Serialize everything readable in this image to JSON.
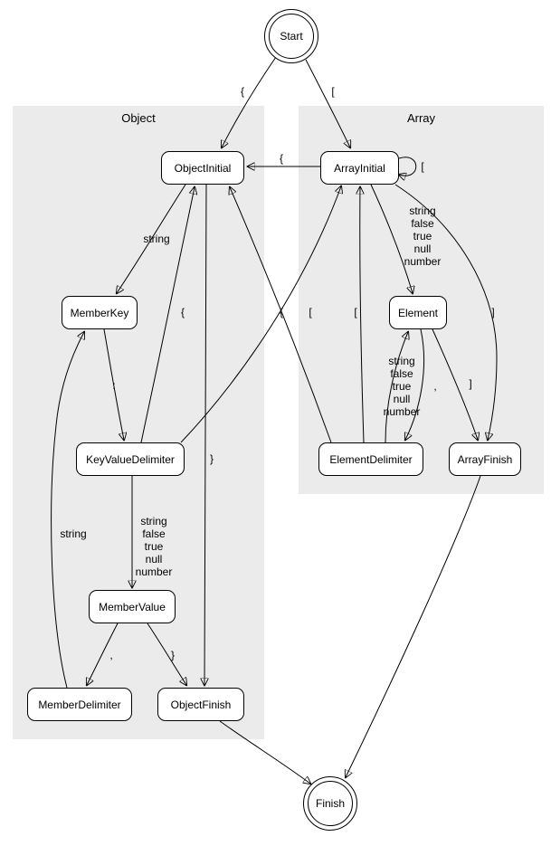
{
  "clusters": {
    "object": {
      "label": "Object"
    },
    "array": {
      "label": "Array"
    }
  },
  "nodes": {
    "start": "Start",
    "finish": "Finish",
    "object_initial": "ObjectInitial",
    "member_key": "MemberKey",
    "key_value_delimiter": "KeyValueDelimiter",
    "member_value": "MemberValue",
    "member_delimiter": "MemberDelimiter",
    "object_finish": "ObjectFinish",
    "array_initial": "ArrayInitial",
    "element": "Element",
    "element_delimiter": "ElementDelimiter",
    "array_finish": "ArrayFinish"
  },
  "edges": [
    {
      "from": "Start",
      "to": "ObjectInitial",
      "label": "{"
    },
    {
      "from": "Start",
      "to": "ArrayInitial",
      "label": "["
    },
    {
      "from": "ArrayInitial",
      "to": "ObjectInitial",
      "label": "{"
    },
    {
      "from": "ArrayInitial",
      "to": "ArrayInitial",
      "label": "["
    },
    {
      "from": "ArrayInitial",
      "to": "Element",
      "label": "string\nfalse\ntrue\nnull\nnumber"
    },
    {
      "from": "ArrayInitial",
      "to": "ArrayFinish",
      "label": "]"
    },
    {
      "from": "Element",
      "to": "ElementDelimiter",
      "label": ","
    },
    {
      "from": "Element",
      "to": "ArrayFinish",
      "label": "]"
    },
    {
      "from": "ElementDelimiter",
      "to": "Element",
      "label": "string\nfalse\ntrue\nnull\nnumber"
    },
    {
      "from": "ElementDelimiter",
      "to": "ArrayInitial",
      "label": "["
    },
    {
      "from": "ElementDelimiter",
      "to": "ObjectInitial",
      "label": "{"
    },
    {
      "from": "ObjectInitial",
      "to": "MemberKey",
      "label": "string"
    },
    {
      "from": "ObjectInitial",
      "to": "ObjectFinish",
      "label": "}"
    },
    {
      "from": "MemberKey",
      "to": "KeyValueDelimiter",
      "label": ":"
    },
    {
      "from": "KeyValueDelimiter",
      "to": "MemberValue",
      "label": "string\nfalse\ntrue\nnull\nnumber"
    },
    {
      "from": "KeyValueDelimiter",
      "to": "ObjectInitial",
      "label": "{"
    },
    {
      "from": "KeyValueDelimiter",
      "to": "ArrayInitial",
      "label": "["
    },
    {
      "from": "MemberValue",
      "to": "MemberDelimiter",
      "label": ","
    },
    {
      "from": "MemberValue",
      "to": "ObjectFinish",
      "label": "}"
    },
    {
      "from": "MemberDelimiter",
      "to": "MemberKey",
      "label": "string"
    },
    {
      "from": "ObjectFinish",
      "to": "Finish",
      "label": ""
    },
    {
      "from": "ArrayFinish",
      "to": "Finish",
      "label": ""
    }
  ]
}
